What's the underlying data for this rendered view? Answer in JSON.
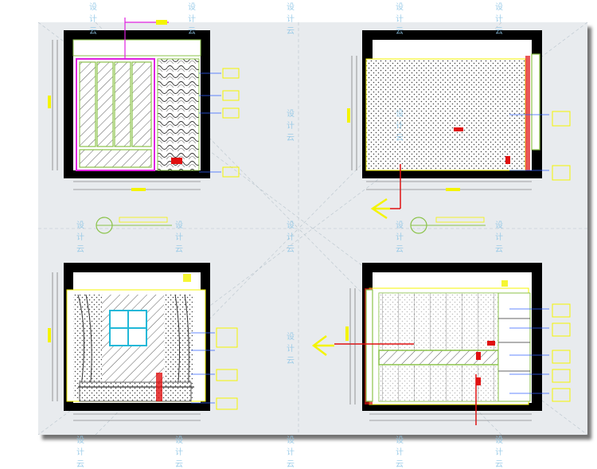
{
  "watermark": "设计云",
  "watermark_color": "#8fc6e6",
  "colors": {
    "sheet": "#e8ebee",
    "wall": "#000000",
    "cad_green": "#8bc34a",
    "cad_yellow": "#f4f400",
    "cad_magenta": "#e020e0",
    "cad_red": "#e01010",
    "cad_cyan": "#20b8d8",
    "cad_blue": "#3060ff",
    "dim_line": "#5a5a5a"
  },
  "drawings": [
    {
      "name": "elevation-wardrobe",
      "content": "wardrobe-and-wood-panel"
    },
    {
      "name": "elevation-pattern-wall",
      "content": "dotted-wall-panel"
    },
    {
      "name": "elevation-window",
      "content": "window-with-curtains"
    },
    {
      "name": "elevation-panel-wall",
      "content": "panel-wall-with-shelves"
    }
  ],
  "symbols": [
    {
      "name": "elevation-index-symbol-left"
    },
    {
      "name": "elevation-index-symbol-right"
    },
    {
      "name": "direction-arrow-top-right"
    },
    {
      "name": "direction-arrow-bottom-right"
    }
  ]
}
